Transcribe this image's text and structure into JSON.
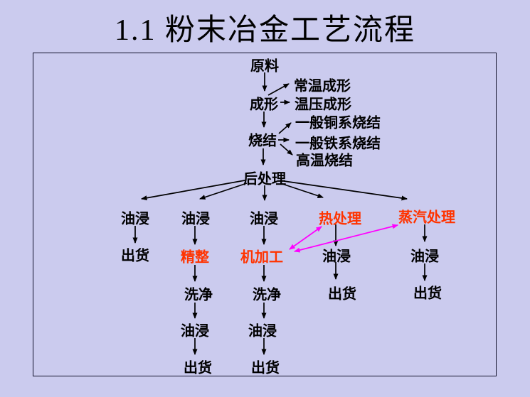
{
  "title": "1.1 粉末冶金工艺流程",
  "colors": {
    "background": "#cbcbee",
    "box_border": "#10102a",
    "text": "#000000",
    "highlight_text": "#ff3300",
    "highlight_arrow": "#ff00ff"
  },
  "flow": {
    "raw_material": "原料",
    "forming": "成形",
    "forming_options": [
      "常温成形",
      "温压成形"
    ],
    "sintering": "烧结",
    "sintering_options": [
      "一般铜系烧结",
      "一般铁系烧结",
      "高温烧结"
    ],
    "post_processing": "后处理",
    "branches": [
      [
        "油浸",
        "出货"
      ],
      [
        "油浸",
        "精整",
        "洗净",
        "油浸",
        "出货"
      ],
      [
        "油浸",
        "机加工",
        "洗净",
        "油浸",
        "出货"
      ],
      [
        "热处理",
        "油浸",
        "出货"
      ],
      [
        "蒸汽处理",
        "油浸",
        "出货"
      ]
    ]
  }
}
